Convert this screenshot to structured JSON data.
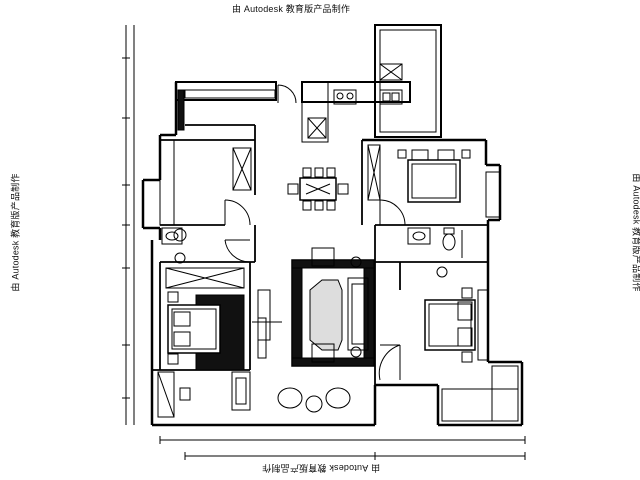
{
  "watermark": {
    "top": "由 Autodesk 教育版产品制作",
    "bottom": "由 Autodesk 教育版产品制作",
    "left": "由 Autodesk 教育版产品制作",
    "right": "由 Autodesk 教育版产品制作"
  },
  "colors": {
    "line": "#000000",
    "fill_dark": "#111111",
    "background": "#ffffff"
  },
  "icons": [
    "stove-icon",
    "sink-icon",
    "dining-table-icon",
    "bed-icon",
    "sofa-icon",
    "toilet-icon",
    "plant-icon",
    "armchair-icon"
  ]
}
